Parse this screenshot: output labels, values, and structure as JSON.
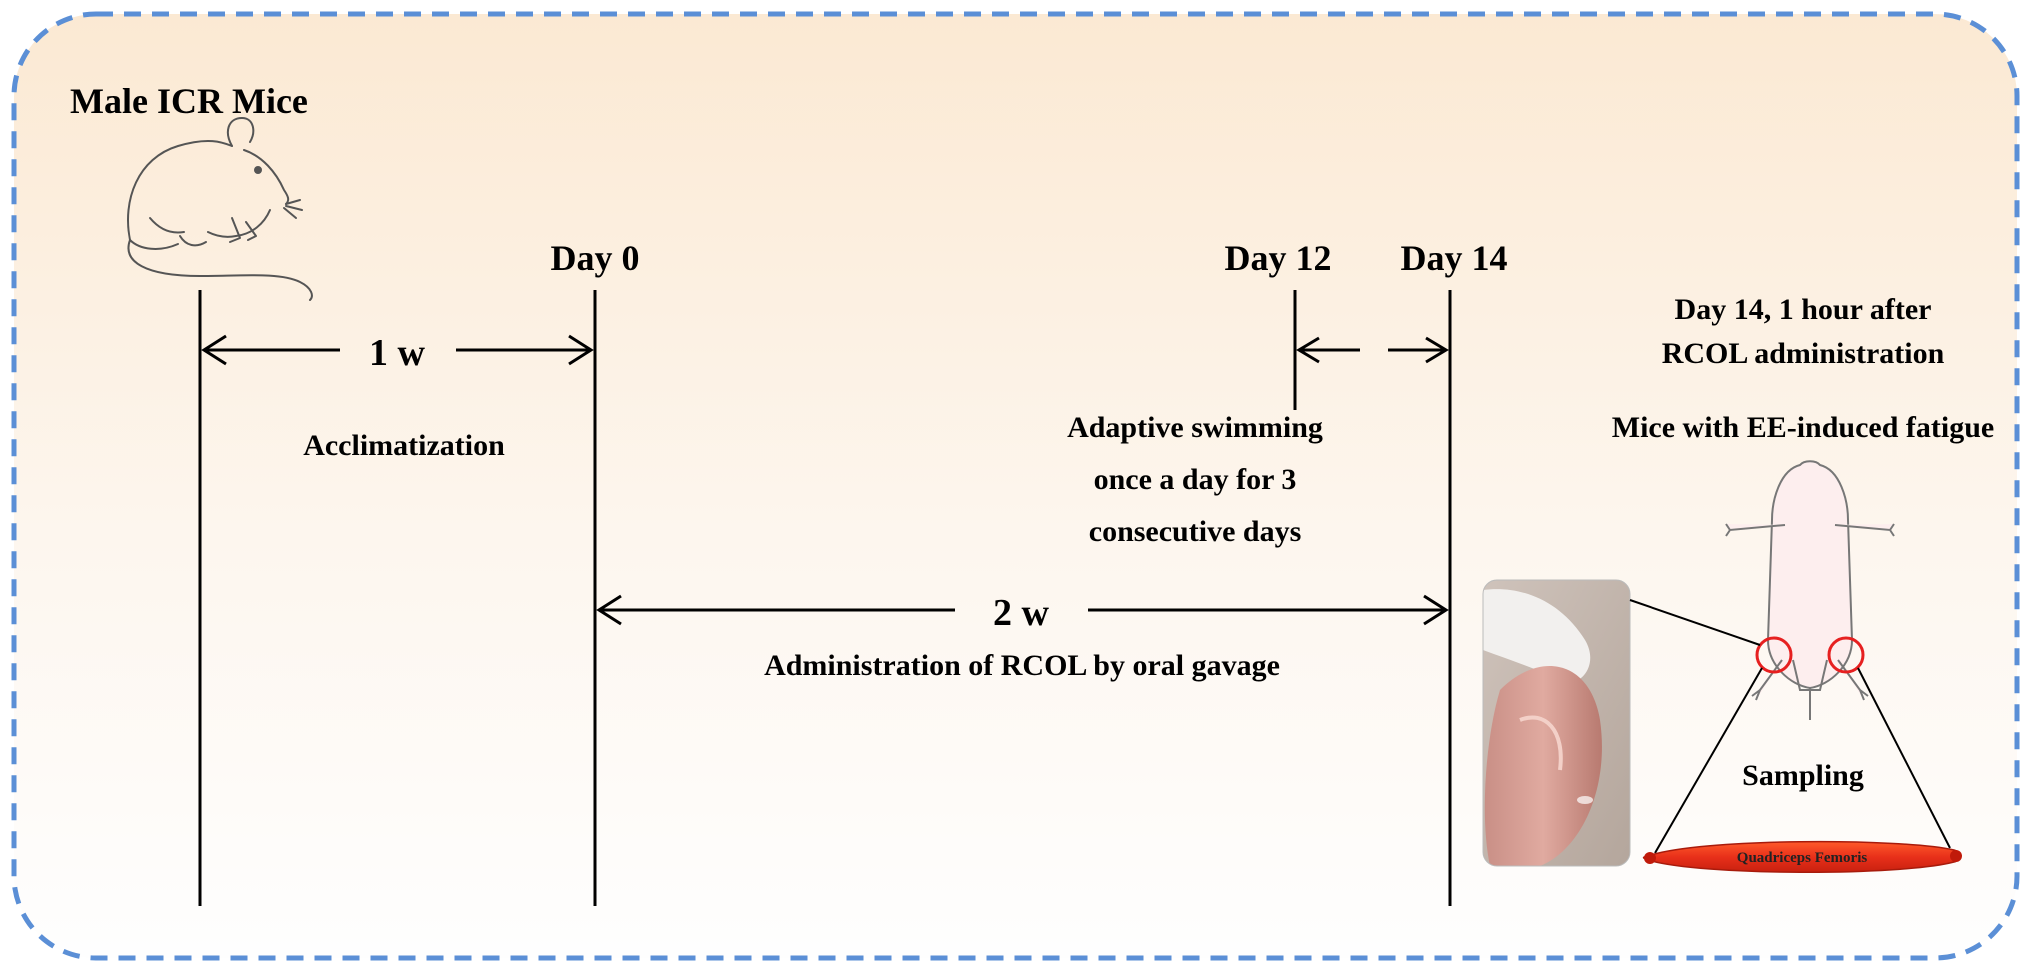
{
  "title": "Male ICR Mice",
  "timeline": {
    "day0": "Day 0",
    "day12": "Day 12",
    "day14": "Day 14"
  },
  "periods": {
    "acclimatization_duration": "1 w",
    "acclimatization_label": "Acclimatization",
    "administration_duration": "2 w",
    "administration_label": "Administration of RCOL by oral gavage"
  },
  "swimming": {
    "line1": "Adaptive swimming",
    "line2": "once a day for 3",
    "line3": "consecutive days"
  },
  "endpoint": {
    "line1": "Day 14, 1 hour after",
    "line2": "RCOL administration",
    "line3": "Mice with EE-induced fatigue",
    "sampling": "Sampling",
    "muscle": "Quadriceps Femoris"
  },
  "colors": {
    "border_dash": "#5b8fd6",
    "background_top": "#fbe9d3",
    "background_bottom": "#fefefe",
    "muscle": "#e8301a",
    "ring": "#e62020"
  }
}
